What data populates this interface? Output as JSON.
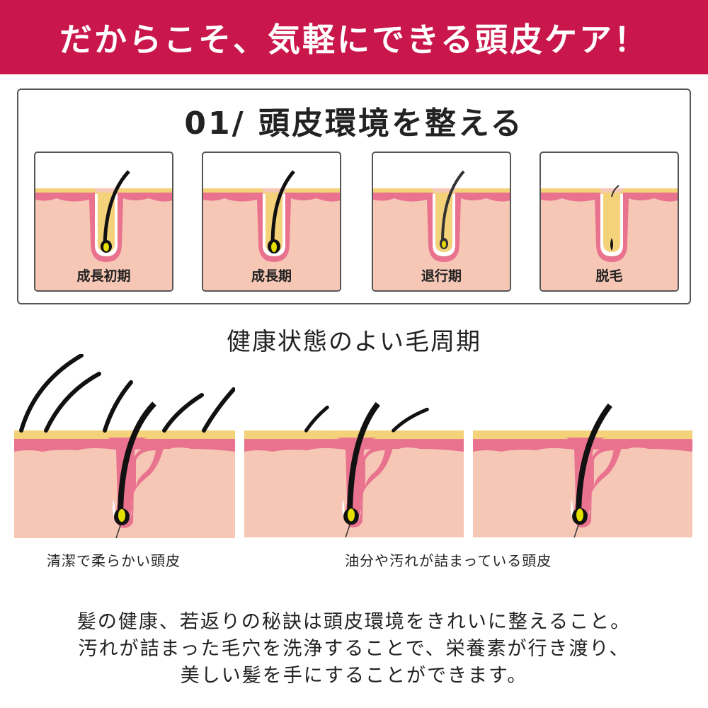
{
  "header": {
    "title": "だからこそ、気軽にできる頭皮ケア！"
  },
  "section": {
    "title": "01/ 頭皮環境を整える"
  },
  "stages": [
    {
      "label": "成長初期"
    },
    {
      "label": "成長期"
    },
    {
      "label": "退行期"
    },
    {
      "label": "脱毛"
    }
  ],
  "subtitle": "健康状態のよい毛周期",
  "comparison": {
    "left_caption": "清潔で柔らかい頭皮",
    "right_caption": "油分や汚れが詰まっている頭皮"
  },
  "description": {
    "lines": [
      "髪の健康、若返りの秘訣は頭皮環境をきれいに整えること。",
      "汚れが詰まった毛穴を洗浄することで、栄養素が行き渡り、",
      "美しい髪を手にすることができます。"
    ]
  },
  "colors": {
    "header": "#c9164b",
    "skin": "#f6c7b5",
    "dermis": "#e9728f",
    "surface": "#f3d27a",
    "bulb": "#e6e000"
  }
}
